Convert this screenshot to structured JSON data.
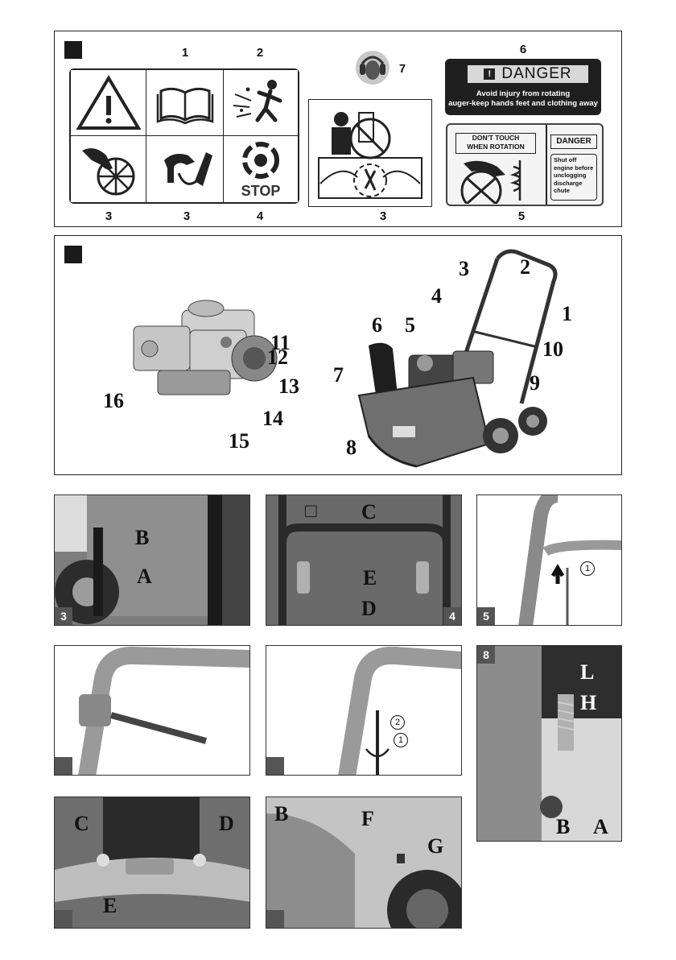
{
  "figure1": {
    "labels_top": [
      "1",
      "2",
      "6",
      "7"
    ],
    "labels_bottom": [
      "3",
      "3",
      "4",
      "3",
      "5"
    ],
    "stop_text": "STOP",
    "danger_sign": {
      "title": "DANGER",
      "line1": "Avoid injury  from  rotating",
      "line2": "auger-keep  hands feet  and clothing away"
    },
    "warning_sign": {
      "line1": "DON'T TOUCH",
      "line2": "WHEN ROTATION",
      "danger": "DANGER",
      "note1": "Shut off",
      "note2": "engine before",
      "note3": "unclogging",
      "note4": "discharge",
      "note5": "chute"
    }
  },
  "figure2": {
    "labels": [
      "1",
      "2",
      "3",
      "4",
      "5",
      "6",
      "7",
      "8",
      "9",
      "10",
      "11",
      "12",
      "13",
      "14",
      "15",
      "16"
    ]
  },
  "photos": {
    "p3": {
      "badge": "3",
      "labels": [
        "B",
        "A"
      ]
    },
    "p4": {
      "badge": "4",
      "labels": [
        "C",
        "E",
        "D"
      ],
      "box": "□"
    },
    "p5": {
      "badge": "5",
      "circled": "1"
    },
    "p6": {
      "badge": ""
    },
    "p7": {
      "badge": "",
      "circled1": "1",
      "circled2": "2"
    },
    "p8": {
      "badge": "8",
      "labels": [
        "L",
        "H",
        "B",
        "A"
      ]
    },
    "p9": {
      "badge": "",
      "labels": [
        "C",
        "D",
        "E"
      ]
    },
    "p10": {
      "badge": "",
      "labels": [
        "B",
        "F",
        "G"
      ]
    }
  },
  "colors": {
    "danger_bg": "#1f1f1f",
    "photo_grey": "#b5b5b5"
  }
}
